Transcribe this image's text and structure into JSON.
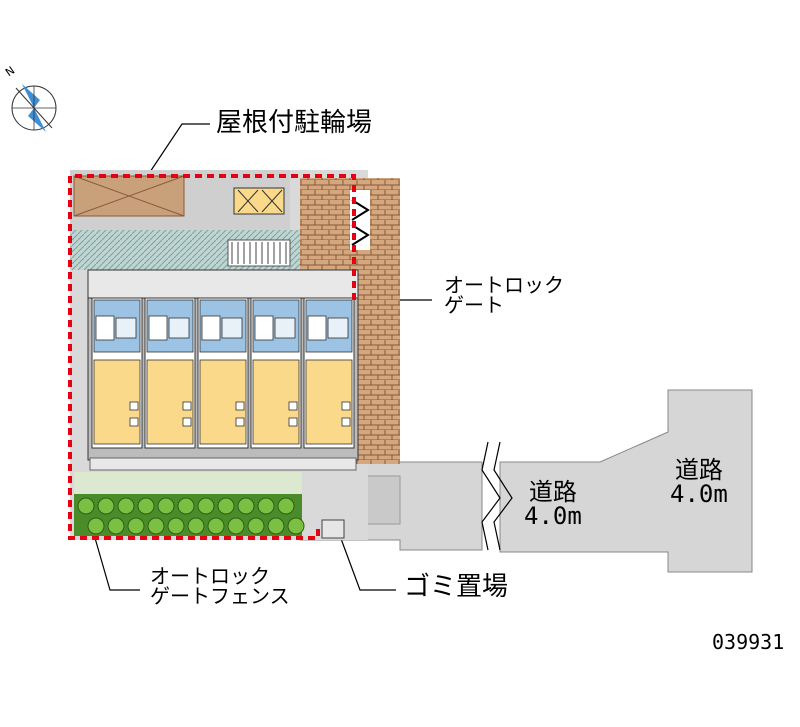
{
  "labels": {
    "bicycle_parking": "屋根付駐輪場",
    "autolock_gate": [
      "オートロック",
      "ゲート"
    ],
    "autolock_gate_fence": [
      "オートロック",
      "ゲートフェンス"
    ],
    "garbage": "ゴミ置場",
    "road_a": [
      "道路",
      "4.0m"
    ],
    "road_b": [
      "道路",
      "4.0m"
    ],
    "property_code": "039931"
  },
  "compass": {
    "north_letter": "N"
  },
  "colors": {
    "boundary": "#e60012",
    "brick": "#c69872",
    "room": "#fbd98a",
    "bath": "#9cc3e4",
    "parking_roof": "#c8a07a",
    "road": "#d9d9d9",
    "grass": "#6ab04c",
    "hatch": "#a8c4c2"
  }
}
